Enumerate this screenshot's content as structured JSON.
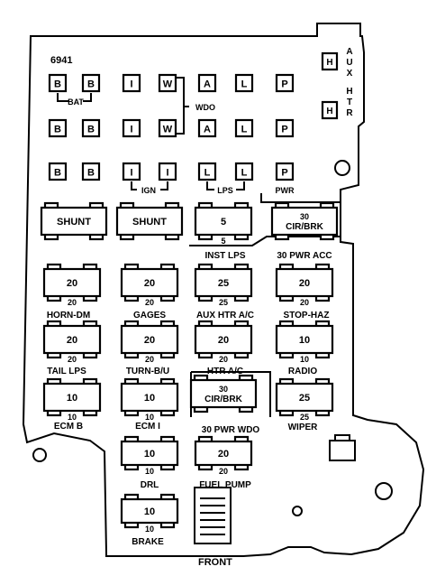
{
  "part_number": "6941",
  "side_label": "A U X   H T R",
  "front_label": "FRONT",
  "bracket_labels": {
    "bat": "BAT",
    "wdo": "WDO",
    "ign": "IGN",
    "lps": "LPS",
    "pwr": "PWR"
  },
  "small_fuses": [
    [
      "B",
      "B",
      "I",
      "W",
      "A",
      "L",
      "P"
    ],
    [
      "B",
      "B",
      "I",
      "W",
      "A",
      "L",
      "P"
    ],
    [
      "B",
      "B",
      "I",
      "I",
      "L",
      "L",
      "P"
    ]
  ],
  "aux_h": [
    "H",
    "H"
  ],
  "shunts": [
    "SHUNT",
    "SHUNT"
  ],
  "fuses": [
    {
      "id": "inst-lps",
      "value": "5",
      "sub": "5",
      "label": "INST LPS"
    },
    {
      "id": "cir-brk-acc",
      "value": "30\nCIR/BRK",
      "sub": "",
      "label": "30 PWR ACC"
    },
    {
      "id": "horn-dm",
      "value": "20",
      "sub": "20",
      "label": "HORN-DM"
    },
    {
      "id": "gages",
      "value": "20",
      "sub": "20",
      "label": "GAGES"
    },
    {
      "id": "aux-htr-ac",
      "value": "25",
      "sub": "25",
      "label": "AUX HTR A/C"
    },
    {
      "id": "stop-haz",
      "value": "20",
      "sub": "20",
      "label": "STOP-HAZ"
    },
    {
      "id": "tail-lps",
      "value": "20",
      "sub": "20",
      "label": "TAIL LPS"
    },
    {
      "id": "turn-bu",
      "value": "20",
      "sub": "20",
      "label": "TURN-B/U"
    },
    {
      "id": "htr-ac",
      "value": "20",
      "sub": "20",
      "label": "HTR A/C"
    },
    {
      "id": "radio",
      "value": "10",
      "sub": "10",
      "label": "RADIO"
    },
    {
      "id": "ecm-b",
      "value": "10",
      "sub": "10",
      "label": "ECM B"
    },
    {
      "id": "ecm-i",
      "value": "10",
      "sub": "10",
      "label": "ECM I"
    },
    {
      "id": "cir-brk-wdo",
      "value": "30\nCIR/BRK",
      "sub": "",
      "label": "30 PWR WDO"
    },
    {
      "id": "wiper",
      "value": "25",
      "sub": "25",
      "label": "WIPER"
    },
    {
      "id": "drl",
      "value": "10",
      "sub": "10",
      "label": "DRL"
    },
    {
      "id": "fuel-pump",
      "value": "20",
      "sub": "20",
      "label": "FUEL PUMP"
    },
    {
      "id": "brake",
      "value": "10",
      "sub": "10",
      "label": "BRAKE"
    }
  ]
}
